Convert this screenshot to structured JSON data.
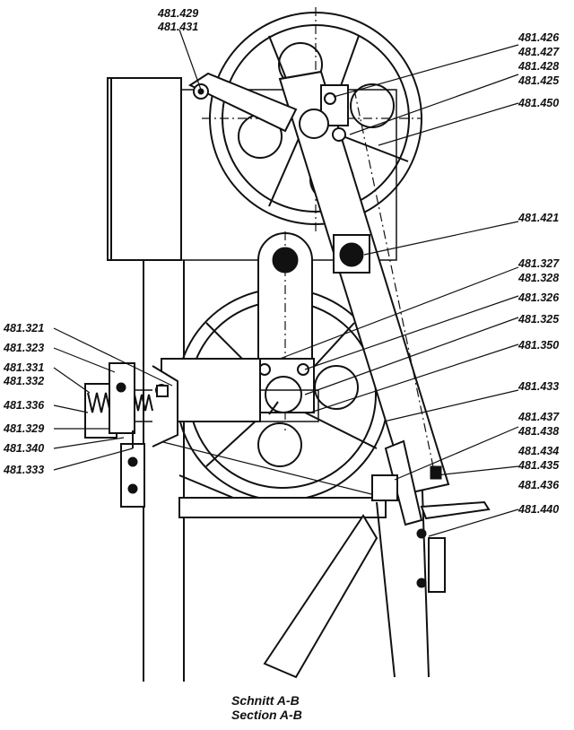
{
  "diagram": {
    "caption_line1": "Schnitt A-B",
    "caption_line2": "Section A-B",
    "labels_left": [
      "481.321",
      "481.323",
      "481.331",
      "481.332",
      "481.336",
      "481.329",
      "481.340",
      "481.333"
    ],
    "labels_top": [
      "481.429",
      "481.431"
    ],
    "labels_right": [
      "481.426",
      "481.427",
      "481.428",
      "481.425",
      "481.450",
      "481.421",
      "481.327",
      "481.328",
      "481.326",
      "481.325",
      "481.350",
      "481.433",
      "481.437",
      "481.438",
      "481.434",
      "481.435",
      "481.436",
      "481.440"
    ]
  }
}
